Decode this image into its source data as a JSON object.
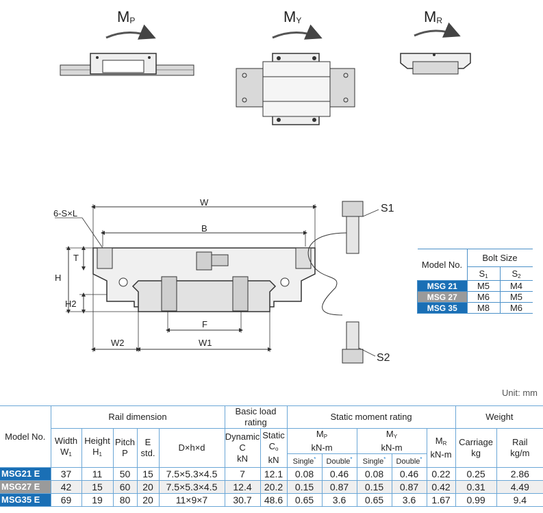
{
  "moments": [
    {
      "letter": "M",
      "sub": "P"
    },
    {
      "letter": "M",
      "sub": "Y"
    },
    {
      "letter": "M",
      "sub": "R"
    }
  ],
  "dimension_labels": {
    "w": "W",
    "b": "B",
    "six_sxl": "6-S×L",
    "t": "T",
    "h": "H",
    "h2": "H2",
    "f": "F",
    "w2": "W2",
    "w1": "W1",
    "s1": "S1",
    "s2": "S2"
  },
  "unit": "Unit: mm",
  "colors": {
    "blue": "#1a6fb5",
    "gray": "#9a9a9a",
    "border": "#6aa6d6"
  },
  "bolt_table": {
    "header_model": "Model No.",
    "header_bolt": "Bolt Size",
    "sub_s1": {
      "letter": "S",
      "sub": "1"
    },
    "sub_s2": {
      "letter": "S",
      "sub": "2"
    },
    "rows": [
      {
        "model": "MSG 21",
        "s1": "M5",
        "s2": "M4",
        "color": "#1a6fb5"
      },
      {
        "model": "MSG 27",
        "s1": "M6",
        "s2": "M5",
        "color": "#9a9a9a"
      },
      {
        "model": "MSG 35",
        "s1": "M8",
        "s2": "M6",
        "color": "#1a6fb5"
      }
    ]
  },
  "spec_table": {
    "model_no": "Model No.",
    "rail_dimension": "Rail dimension",
    "basic_load": "Basic load rating",
    "static_moment": "Static moment rating",
    "weight": "Weight",
    "width": "Width",
    "w1": {
      "letter": "W",
      "sub": "1"
    },
    "height": "Height",
    "h1": {
      "letter": "H",
      "sub": "1"
    },
    "pitch": "Pitch",
    "p": "P",
    "e": "E",
    "std": "std.",
    "dhd": "D×h×d",
    "dynamic": "Dynamic",
    "c": "C",
    "kn1": "kN",
    "static": "Static",
    "co": {
      "letter": "C",
      "sub": "o"
    },
    "kn2": "kN",
    "mp": {
      "letter": "M",
      "sub": "P"
    },
    "mp_unit": "kN-m",
    "my": {
      "letter": "M",
      "sub": "Y"
    },
    "my_unit": "kN-m",
    "mr": {
      "letter": "M",
      "sub": "R"
    },
    "mr_unit": "kN-m",
    "single": "Single",
    "double": "Double",
    "star": "*",
    "carriage": "Carriage",
    "kg": "kg",
    "rail": "Rail",
    "kgm": "kg/m",
    "rows": [
      {
        "model": "MSG21 E",
        "color": "#1a6fb5",
        "cells": [
          "37",
          "11",
          "50",
          "15",
          "7.5×5.3×4.5",
          "7",
          "12.1",
          "0.08",
          "0.46",
          "0.08",
          "0.46",
          "0.22",
          "0.25",
          "2.86"
        ]
      },
      {
        "model": "MSG27 E",
        "color": "#9a9a9a",
        "cells": [
          "42",
          "15",
          "60",
          "20",
          "7.5×5.3×4.5",
          "12.4",
          "20.2",
          "0.15",
          "0.87",
          "0.15",
          "0.87",
          "0.42",
          "0.31",
          "4.49"
        ]
      },
      {
        "model": "MSG35 E",
        "color": "#1a6fb5",
        "cells": [
          "69",
          "19",
          "80",
          "20",
          "11×9×7",
          "30.7",
          "48.6",
          "0.65",
          "3.6",
          "0.65",
          "3.6",
          "1.67",
          "0.99",
          "9.4"
        ]
      }
    ]
  }
}
